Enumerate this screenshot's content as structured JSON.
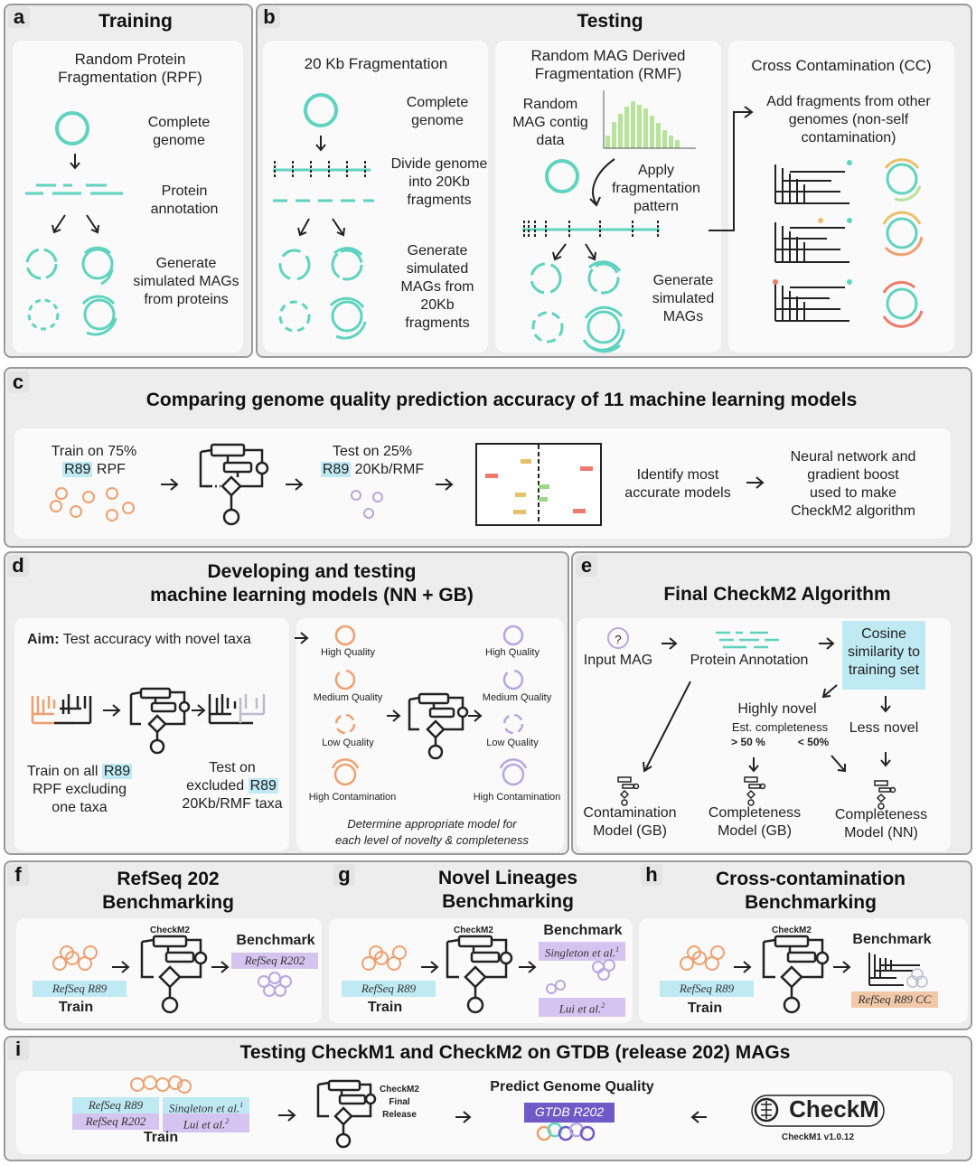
{
  "panel_a": {
    "letter": "a",
    "title": "Training",
    "subtitle": "Random Protein\nFragmentation (RPF)",
    "complete_genome": "Complete\ngenome",
    "protein_annotation": "Protein\nannotation",
    "generate": "Generate\nsimulated MAGs\nfrom proteins"
  },
  "panel_b": {
    "letter": "b",
    "title": "Testing",
    "frag20": {
      "title": "20 Kb Fragmentation",
      "complete_genome": "Complete\ngenome",
      "divide": "Divide genome\ninto 20Kb\nfragments",
      "generate": "Generate\nsimulated\nMAGs from\n20Kb\nfragments"
    },
    "rmf": {
      "title": "Random MAG Derived\nFragmentation (RMF)",
      "contig_data": "Random\nMAG contig\ndata",
      "apply": "Apply\nfragmentation\npattern",
      "generate": "Generate\nsimulated\nMAGs"
    },
    "cc": {
      "title": "Cross Contamination (CC)",
      "add": "Add fragments from other\ngenomes (non-self\ncontamination)"
    }
  },
  "panel_c": {
    "letter": "c",
    "title": "Comparing genome quality prediction accuracy of 11 machine learning models",
    "train_prefix": "Train on 75%",
    "train_hl": "R89",
    "train_suffix": " RPF",
    "test_prefix": "Test on 25%",
    "test_hl": "R89",
    "test_suffix": " 20Kb/RMF",
    "identify": "Identify most\naccurate models",
    "neural": "Neural network and\ngradient boost\nused to make\nCheckM2 algorithm"
  },
  "panel_d": {
    "letter": "d",
    "title": "Developing and testing\nmachine learning models (NN + GB)",
    "aim_label": "Aim:",
    "aim_text": " Test accuracy with novel taxa",
    "train_a": "Train on all ",
    "train_hl": "R89",
    "train_b": "RPF excluding\none taxa",
    "test_a": "Test on\nexcluded ",
    "test_hl": "R89",
    "test_b": "20Kb/RMF taxa",
    "quality_left": [
      "High Quality",
      "Medium Quality",
      "Low Quality",
      "High Contamination"
    ],
    "quality_right": [
      "High Quality",
      "Medium Quality",
      "Low Quality",
      "High Contamination"
    ],
    "determine": "Determine appropriate model for\neach level of novelty & completeness"
  },
  "panel_e": {
    "letter": "e",
    "title": "Final CheckM2 Algorithm",
    "input_mag": "Input MAG",
    "question": "?",
    "protein_annotation": "Protein Annotation",
    "cosine": "Cosine\nsimilarity to\ntraining set",
    "highly_novel": "Highly novel",
    "est_completeness": "Est. completeness",
    "gt50": "> 50 %",
    "lt50": "< 50%",
    "less_novel": "Less novel",
    "contamination_model": "Contamination\nModel (GB)",
    "completeness_gb": "Completeness\nModel (GB)",
    "completeness_nn": "Completeness\nModel (NN)"
  },
  "panel_f": {
    "letter": "f",
    "title": "RefSeq 202\nBenchmarking",
    "checkm2": "CheckM2",
    "benchmark": "Benchmark",
    "bench_tag": "RefSeq R202",
    "train_tag": "RefSeq R89",
    "train": "Train"
  },
  "panel_g": {
    "letter": "g",
    "title": "Novel Lineages\nBenchmarking",
    "checkm2": "CheckM2",
    "benchmark": "Benchmark",
    "bench_tag1": "Singleton et al.",
    "bench_sup1": "1",
    "bench_tag2": "Lui et al.",
    "bench_sup2": "2",
    "train_tag": "RefSeq R89",
    "train": "Train"
  },
  "panel_h": {
    "letter": "h",
    "title": "Cross-contamination\nBenchmarking",
    "checkm2": "CheckM2",
    "benchmark": "Benchmark",
    "bench_tag": "RefSeq R89 CC",
    "train_tag": "RefSeq R89",
    "train": "Train"
  },
  "panel_i": {
    "letter": "i",
    "title": "Testing CheckM1 and CheckM2 on GTDB (release 202) MAGs",
    "tag_refseq89": "RefSeq R89",
    "tag_singleton": "Singleton et al.",
    "sup1": "1",
    "tag_refseq202": "RefSeq R202",
    "tag_lui": "Lui et al.",
    "sup2": "2",
    "train": "Train",
    "checkm2_final": "CheckM2\nFinal\nRelease",
    "predict": "Predict Genome Quality",
    "gtdb": "GTDB R202",
    "checkm_logo": "CheckM",
    "checkm_version": "CheckM1 v1.0.12"
  },
  "colors": {
    "teal": "#5fd3bf",
    "orange": "#f0a070",
    "purple": "#b8a6e0",
    "panel_bg": "#ededed",
    "tag_teal": "#bfeaf3",
    "tag_purple": "#d6c4f0"
  }
}
